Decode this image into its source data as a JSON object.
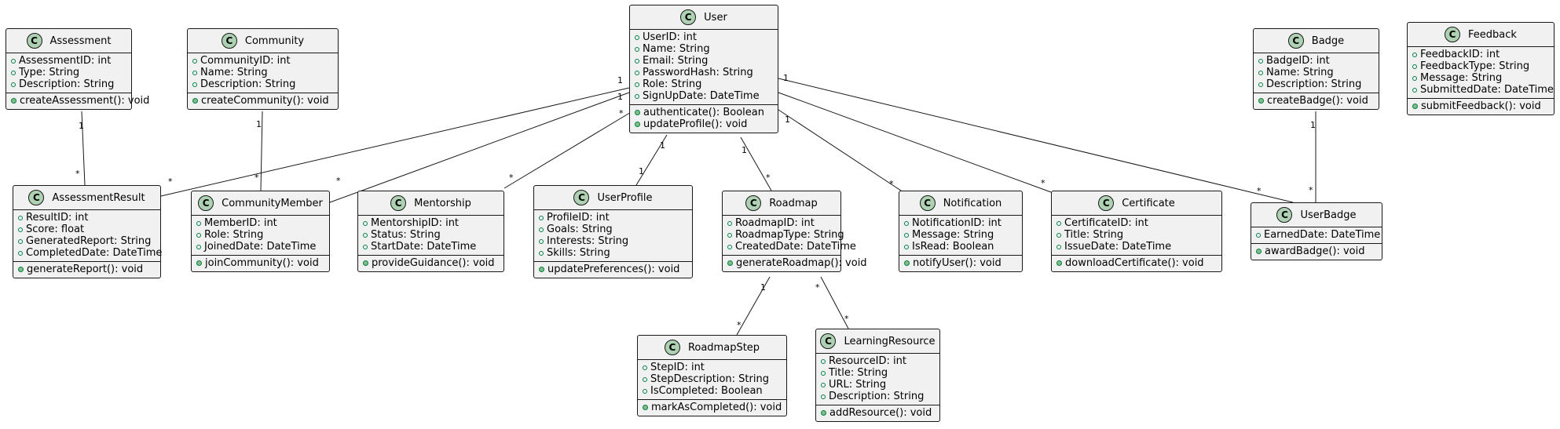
{
  "classes": {
    "user": {
      "name": "User",
      "attributes": [
        "UserID: int",
        "Name: String",
        "Email: String",
        "PasswordHash: String",
        "Role: String",
        "SignUpDate: DateTime"
      ],
      "methods": [
        "authenticate(): Boolean",
        "updateProfile(): void"
      ]
    },
    "assessment": {
      "name": "Assessment",
      "attributes": [
        "AssessmentID: int",
        "Type: String",
        "Description: String"
      ],
      "methods": [
        "createAssessment(): void"
      ]
    },
    "community": {
      "name": "Community",
      "attributes": [
        "CommunityID: int",
        "Name: String",
        "Description: String"
      ],
      "methods": [
        "createCommunity(): void"
      ]
    },
    "badge": {
      "name": "Badge",
      "attributes": [
        "BadgeID: int",
        "Name: String",
        "Description: String"
      ],
      "methods": [
        "createBadge(): void"
      ]
    },
    "feedback": {
      "name": "Feedback",
      "attributes": [
        "FeedbackID: int",
        "FeedbackType: String",
        "Message: String",
        "SubmittedDate: DateTime"
      ],
      "methods": [
        "submitFeedback(): void"
      ]
    },
    "assessment_result": {
      "name": "AssessmentResult",
      "attributes": [
        "ResultID: int",
        "Score: float",
        "GeneratedReport: String",
        "CompletedDate: DateTime"
      ],
      "methods": [
        "generateReport(): void"
      ]
    },
    "community_member": {
      "name": "CommunityMember",
      "attributes": [
        "MemberID: int",
        "Role: String",
        "JoinedDate: DateTime"
      ],
      "methods": [
        "joinCommunity(): void"
      ]
    },
    "mentorship": {
      "name": "Mentorship",
      "attributes": [
        "MentorshipID: int",
        "Status: String",
        "StartDate: DateTime"
      ],
      "methods": [
        "provideGuidance(): void"
      ]
    },
    "user_profile": {
      "name": "UserProfile",
      "attributes": [
        "ProfileID: int",
        "Goals: String",
        "Interests: String",
        "Skills: String"
      ],
      "methods": [
        "updatePreferences(): void"
      ]
    },
    "roadmap": {
      "name": "Roadmap",
      "attributes": [
        "RoadmapID: int",
        "RoadmapType: String",
        "CreatedDate: DateTime"
      ],
      "methods": [
        "generateRoadmap(): void"
      ]
    },
    "notification": {
      "name": "Notification",
      "attributes": [
        "NotificationID: int",
        "Message: String",
        "IsRead: Boolean"
      ],
      "methods": [
        "notifyUser(): void"
      ]
    },
    "certificate": {
      "name": "Certificate",
      "attributes": [
        "CertificateID: int",
        "Title: String",
        "IssueDate: DateTime"
      ],
      "methods": [
        "downloadCertificate(): void"
      ]
    },
    "user_badge": {
      "name": "UserBadge",
      "attributes": [
        "EarnedDate: DateTime"
      ],
      "methods": [
        "awardBadge(): void"
      ]
    },
    "roadmap_step": {
      "name": "RoadmapStep",
      "attributes": [
        "StepID: int",
        "StepDescription: String",
        "IsCompleted: Boolean"
      ],
      "methods": [
        "markAsCompleted(): void"
      ]
    },
    "learning_resource": {
      "name": "LearningResource",
      "attributes": [
        "ResourceID: int",
        "Title: String",
        "URL: String",
        "Description: String"
      ],
      "methods": [
        "addResource(): void"
      ]
    }
  },
  "stereotype_glyph": "C",
  "associations": [
    {
      "from": "user",
      "to": "assessment_result",
      "from_mult": "1",
      "to_mult": "*"
    },
    {
      "from": "user",
      "to": "community_member",
      "from_mult": "1",
      "to_mult": "*"
    },
    {
      "from": "user",
      "to": "mentorship",
      "from_mult": "*",
      "to_mult": "*"
    },
    {
      "from": "user",
      "to": "user_profile",
      "from_mult": "1",
      "to_mult": "1"
    },
    {
      "from": "user",
      "to": "roadmap",
      "from_mult": "1",
      "to_mult": "*"
    },
    {
      "from": "user",
      "to": "notification",
      "from_mult": "1",
      "to_mult": "*"
    },
    {
      "from": "user",
      "to": "certificate",
      "from_mult": "",
      "to_mult": "*"
    },
    {
      "from": "user",
      "to": "user_badge",
      "from_mult": "1",
      "to_mult": "*"
    },
    {
      "from": "assessment",
      "to": "assessment_result",
      "from_mult": "1",
      "to_mult": "*"
    },
    {
      "from": "community",
      "to": "community_member",
      "from_mult": "1",
      "to_mult": "*"
    },
    {
      "from": "badge",
      "to": "user_badge",
      "from_mult": "1",
      "to_mult": "*"
    },
    {
      "from": "roadmap",
      "to": "roadmap_step",
      "from_mult": "1",
      "to_mult": "*"
    },
    {
      "from": "roadmap",
      "to": "learning_resource",
      "from_mult": "*",
      "to_mult": "*"
    }
  ],
  "colors": {
    "class_fill": "#F1F1F1",
    "border": "#181818",
    "circle_fill": "#ADD1B2",
    "visibility_dot": "#84BE84"
  }
}
